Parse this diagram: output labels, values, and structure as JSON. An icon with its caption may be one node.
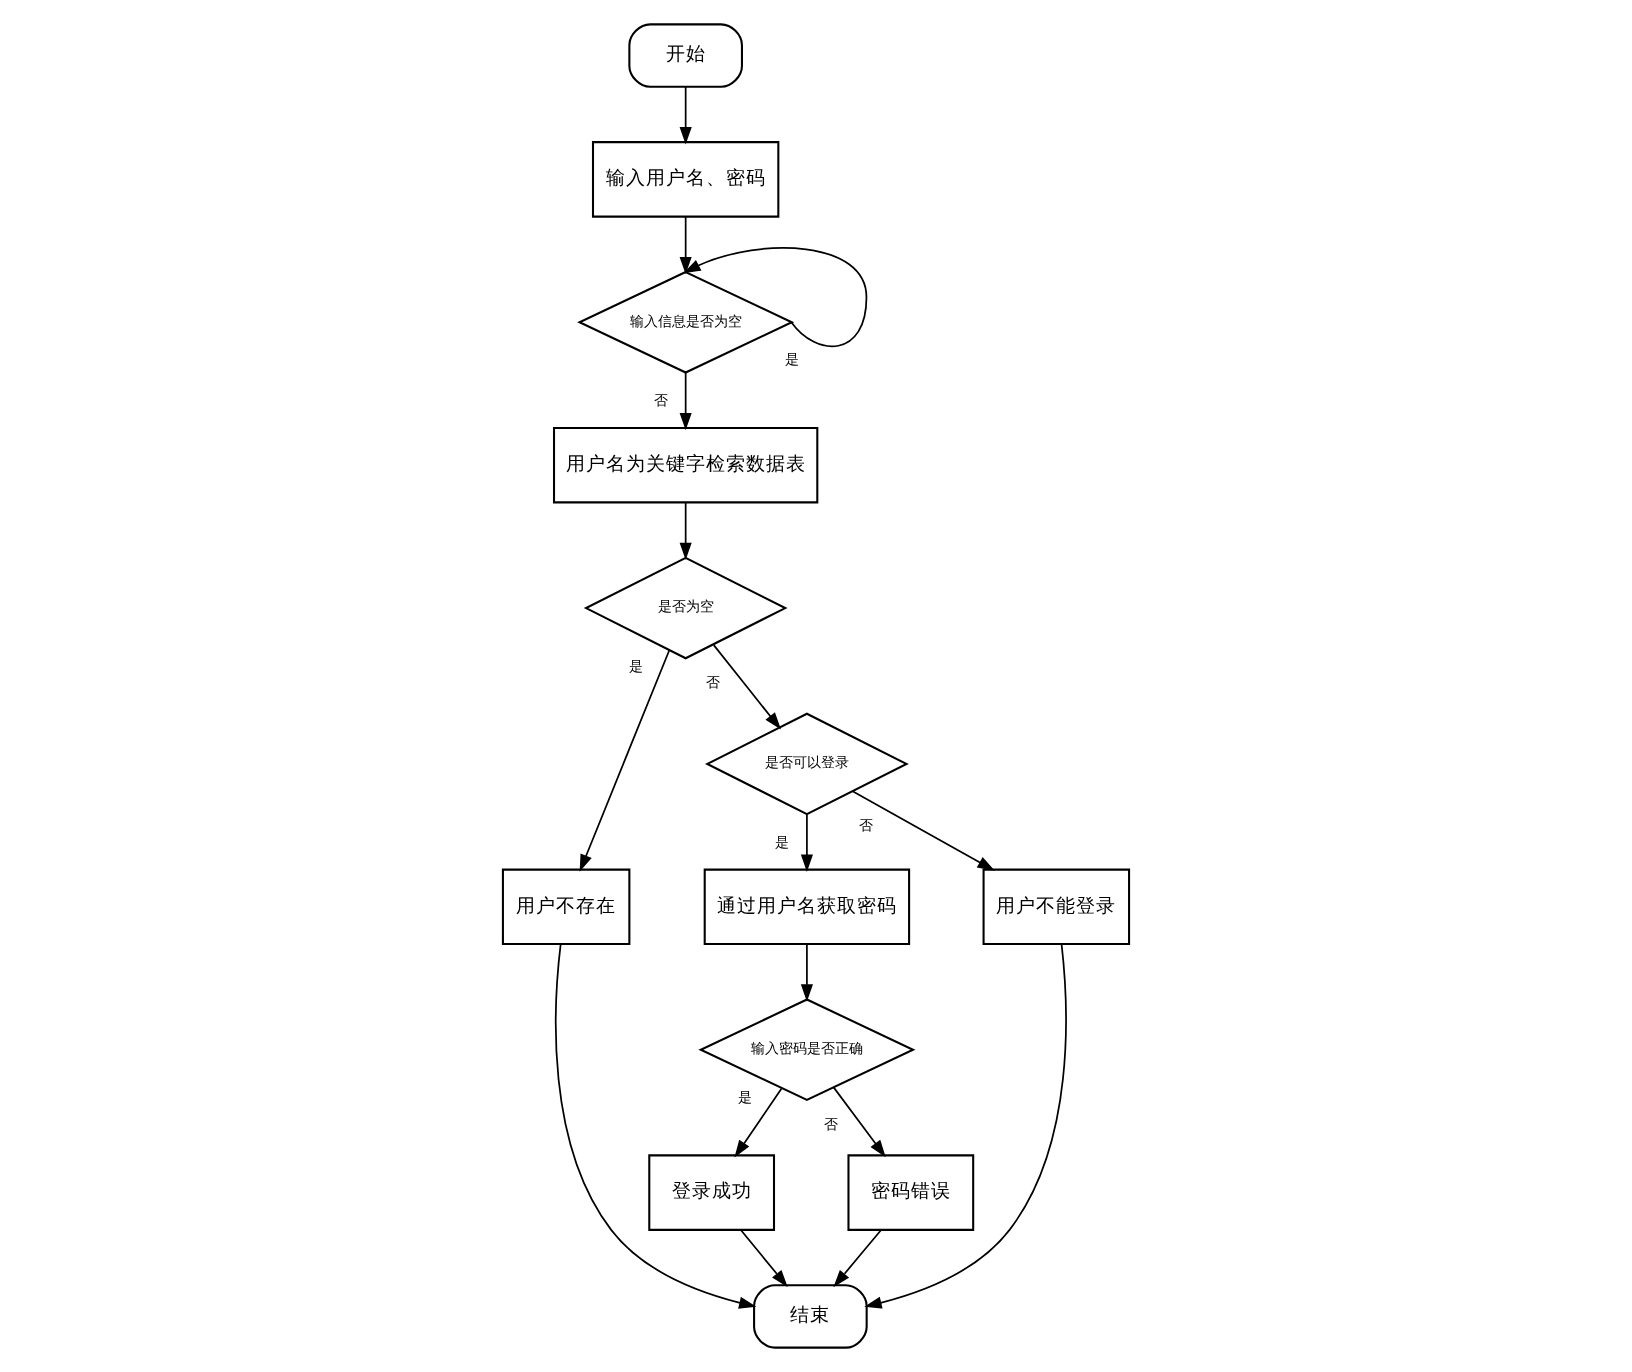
{
  "diagram": {
    "nodes": [
      {
        "text": [
          "开始"
        ]
      },
      {
        "text": [
          "输入用户名、密码"
        ]
      },
      {
        "text": [
          "输入信息是否为空"
        ]
      },
      {
        "text": [
          "用户名为关键字检索数据表"
        ]
      },
      {
        "text": [
          "是否为空"
        ]
      },
      {
        "text": [
          "是否可以登录"
        ]
      },
      {
        "text": [
          "用户不存在"
        ]
      },
      {
        "text": [
          "通过用户名获取密码"
        ]
      },
      {
        "text": [
          "用户不能登录"
        ]
      },
      {
        "text": [
          "输入密码是否正确"
        ]
      },
      {
        "text": [
          "登录成功"
        ]
      },
      {
        "text": [
          "密码错误"
        ]
      },
      {
        "text": [
          "结束"
        ]
      }
    ],
    "edges": [
      {
        "from": 0,
        "to": 1,
        "arrow": "to"
      },
      {
        "from": 1,
        "to": 2,
        "arrow": "to"
      },
      {
        "from": 2,
        "to": 2,
        "arrow": "to",
        "label": "是"
      },
      {
        "from": 2,
        "to": 3,
        "arrow": "to",
        "label": "否"
      },
      {
        "from": 3,
        "to": 4,
        "arrow": "to"
      },
      {
        "from": 4,
        "to": 6,
        "arrow": "to",
        "label": "是"
      },
      {
        "from": 4,
        "to": 5,
        "arrow": "to",
        "label": "否"
      },
      {
        "from": 5,
        "to": 7,
        "arrow": "to",
        "label": "是"
      },
      {
        "from": 5,
        "to": 8,
        "arrow": "to",
        "label": "否"
      },
      {
        "from": 7,
        "to": 9,
        "arrow": "to"
      },
      {
        "from": 9,
        "to": 10,
        "arrow": "to",
        "label": "是"
      },
      {
        "from": 9,
        "to": 11,
        "arrow": "to",
        "label": "否"
      },
      {
        "from": 6,
        "to": 12,
        "arrow": "to"
      },
      {
        "from": 10,
        "to": 12,
        "arrow": "to"
      },
      {
        "from": 11,
        "to": 12,
        "arrow": "to"
      },
      {
        "from": 8,
        "to": 12,
        "arrow": "to"
      }
    ]
  }
}
